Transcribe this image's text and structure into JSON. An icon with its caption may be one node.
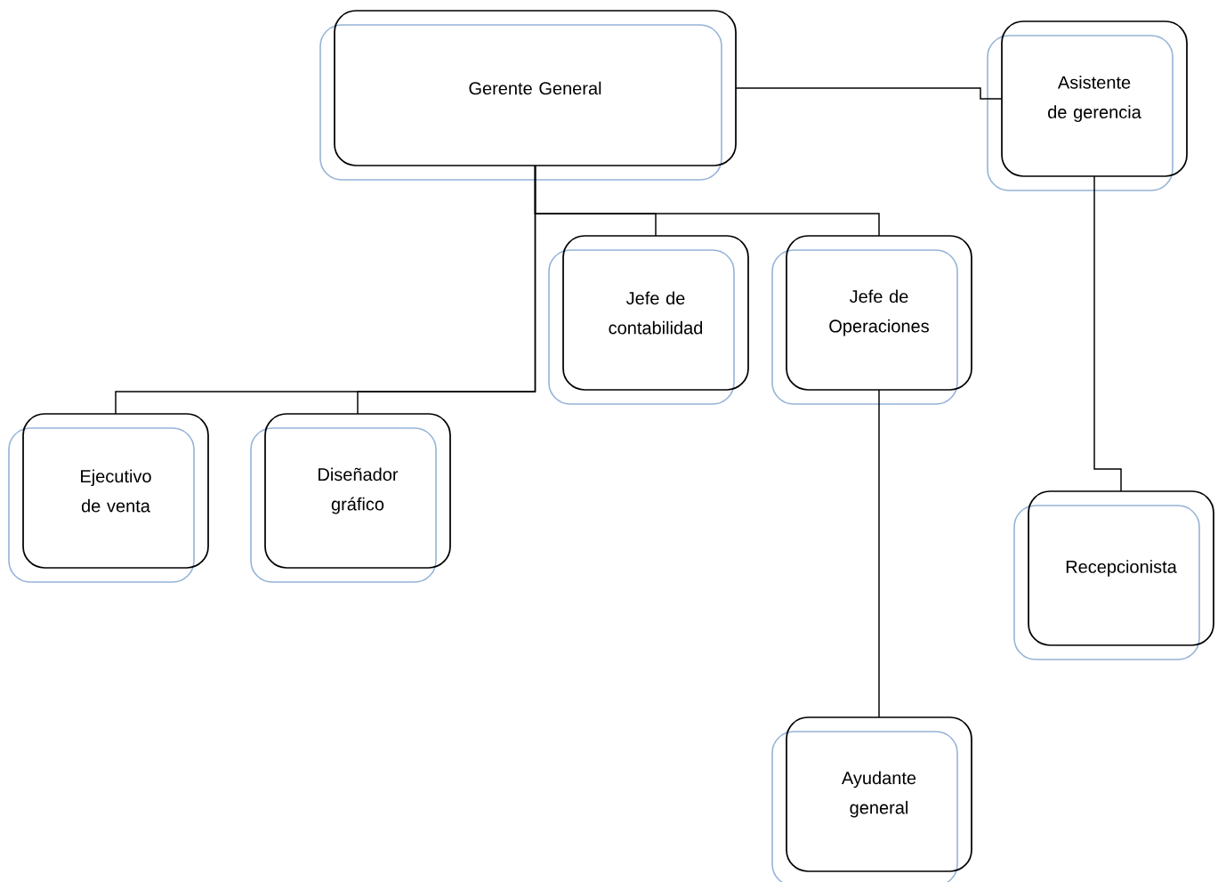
{
  "diagram": {
    "nodes": [
      {
        "text": [
          "Gerente General"
        ]
      },
      {
        "text": [
          "Asistente de gerencia"
        ]
      },
      {
        "text": [
          "Jefe de contabilidad"
        ]
      },
      {
        "text": [
          "Jefe de Operaciones"
        ]
      },
      {
        "text": [
          "Ejecutivo de venta"
        ]
      },
      {
        "text": [
          "Diseñador gráfico"
        ]
      },
      {
        "text": [
          "Recepcionista"
        ]
      },
      {
        "text": [
          "Ayudante general"
        ]
      }
    ],
    "edges": [
      {
        "from": 0,
        "to": 1,
        "arrow": "none"
      },
      {
        "from": 0,
        "to": 2,
        "arrow": "none"
      },
      {
        "from": 0,
        "to": 3,
        "arrow": "none"
      },
      {
        "from": 0,
        "to": 4,
        "arrow": "none"
      },
      {
        "from": 0,
        "to": 5,
        "arrow": "none"
      },
      {
        "from": 1,
        "to": 6,
        "arrow": "none"
      },
      {
        "from": 3,
        "to": 7,
        "arrow": "none"
      }
    ]
  }
}
